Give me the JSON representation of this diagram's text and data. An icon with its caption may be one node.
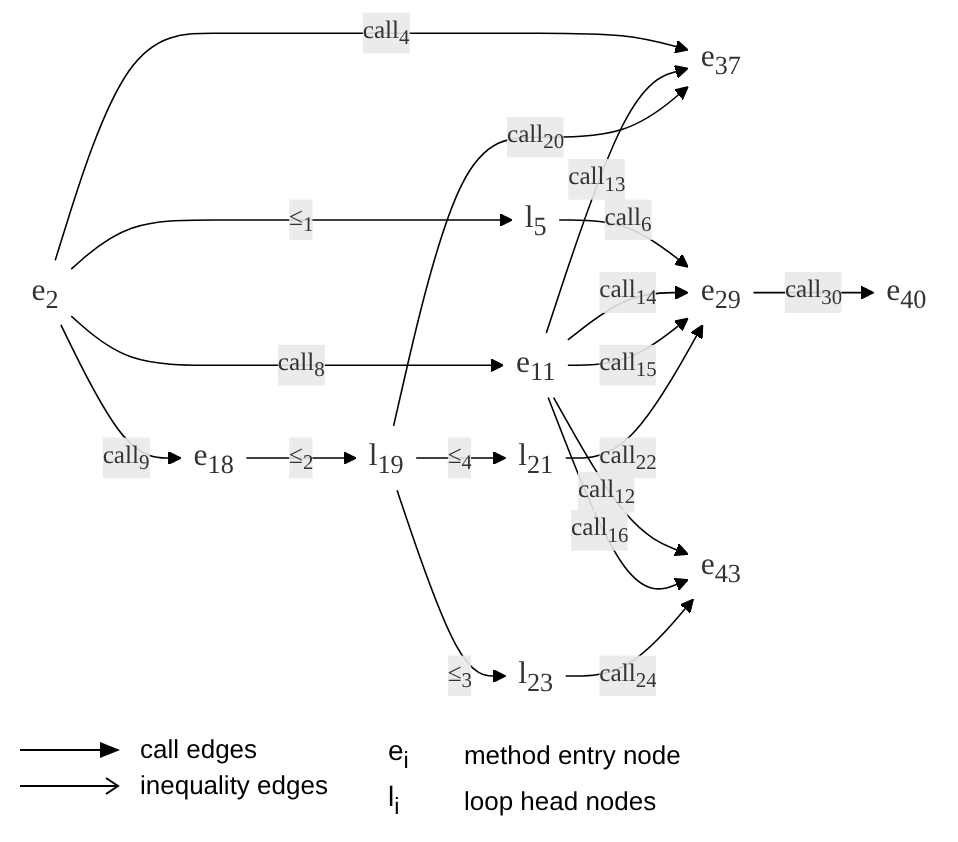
{
  "diagram": {
    "nodes": [
      {
        "text": [
          "e$_{2}$"
        ]
      },
      {
        "text": [
          "l$_{5}$"
        ]
      },
      {
        "text": [
          "e$_{11}$"
        ]
      },
      {
        "text": [
          "e$_{18}$"
        ]
      },
      {
        "text": [
          "l$_{19}$"
        ]
      },
      {
        "text": [
          "e$_{37}$"
        ]
      },
      {
        "text": [
          "l$_{23}$"
        ]
      },
      {
        "text": [
          "l$_{21}$"
        ]
      },
      {
        "text": [
          "e$_{29}$"
        ]
      },
      {
        "text": [
          "e$_{43}$"
        ]
      },
      {
        "text": [
          "e$_{40}$"
        ]
      }
    ],
    "edges": [
      {
        "from": 0,
        "to": 1,
        "arrow": "to",
        "label": "≤$_{1}$"
      },
      {
        "from": 1,
        "to": 8,
        "arrow": "to",
        "label": "call$_{6}$"
      },
      {
        "from": 0,
        "to": 2,
        "arrow": "to",
        "label": "call$_{8}$"
      },
      {
        "from": 0,
        "to": 5,
        "arrow": "to",
        "label": "call$_{4}$"
      },
      {
        "from": 0,
        "to": 3,
        "arrow": "to",
        "label": "call$_{9}$"
      },
      {
        "from": 2,
        "to": 8,
        "arrow": "to",
        "label": "call$_{14}$"
      },
      {
        "from": 2,
        "to": 8,
        "arrow": "to",
        "label": "call$_{15}$"
      },
      {
        "from": 2,
        "to": 9,
        "arrow": "to",
        "label": "call$_{12}$"
      },
      {
        "from": 2,
        "to": 9,
        "arrow": "to",
        "label": "call$_{16}$"
      },
      {
        "from": 2,
        "to": 5,
        "arrow": "to",
        "label": "call$_{13}$"
      },
      {
        "from": 3,
        "to": 4,
        "arrow": "to",
        "label": "≤$_{2}$"
      },
      {
        "from": 4,
        "to": 5,
        "arrow": "to",
        "label": "call$_{20}$"
      },
      {
        "from": 4,
        "to": 6,
        "arrow": "to",
        "label": "≤$_{3}$"
      },
      {
        "from": 4,
        "to": 7,
        "arrow": "to",
        "label": "≤$_{4}$"
      },
      {
        "from": 6,
        "to": 9,
        "arrow": "to",
        "label": "call$_{24}$"
      },
      {
        "from": 7,
        "to": 8,
        "arrow": "to",
        "label": "call$_{22}$"
      },
      {
        "from": 8,
        "to": 10,
        "arrow": "to",
        "label": "call$_{30}$"
      }
    ],
    "labels": [
      "e$_{i}$",
      "method entry node",
      "l$_{i}$",
      "loop head nodes"
    ],
    "legend": [
      {
        "text": "call edges"
      },
      {
        "text": "inequality edges"
      }
    ]
  }
}
